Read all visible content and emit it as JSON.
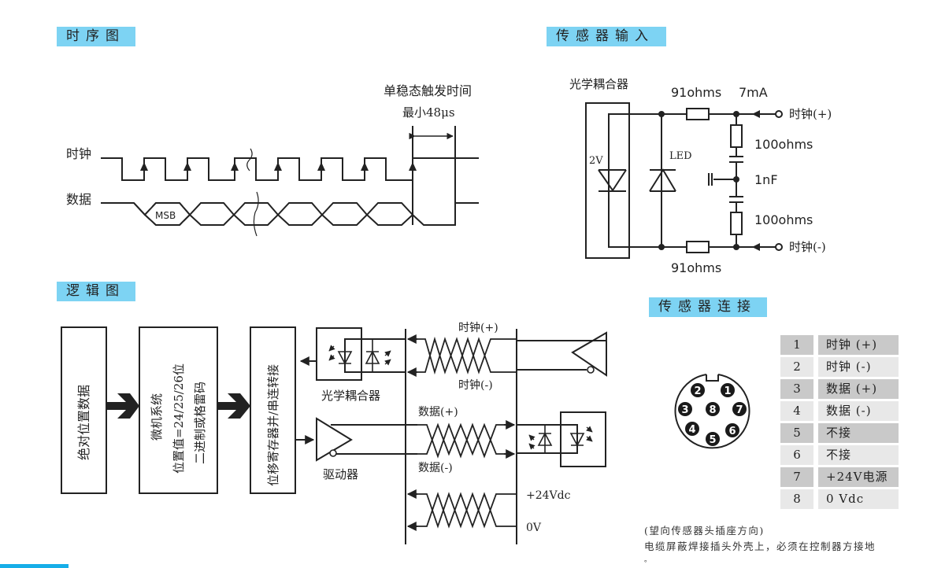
{
  "sections": {
    "timing": "时序图",
    "sensor_input": "传感器输入",
    "logic": "逻辑图",
    "sensor_connection": "传感器连接"
  },
  "timing": {
    "clock_label": "时钟",
    "data_label": "数据",
    "msb_label": "MSB",
    "monostable_label": "单稳态触发时间",
    "monostable_min": "最小48μs"
  },
  "sensor_input": {
    "optocoupler_label": "光学耦合器",
    "resistor_top": "91ohms",
    "current": "7mA",
    "resistor_bottom": "91ohms",
    "r100_top": "100ohms",
    "r100_bottom": "100ohms",
    "capacitor": "1nF",
    "led_label": "LED",
    "voltage_label": "2V",
    "clock_plus": "时钟(+)",
    "clock_minus": "时钟(-)"
  },
  "logic": {
    "block_abs_pos": "绝对位置数据",
    "block_mcu_line1": "微机系统",
    "block_mcu_line2": "位置值=24/25/26位",
    "block_mcu_line3": "二进制或格雷码",
    "block_shift_reg": "位移寄存器并/串连转接",
    "optocoupler_label": "光学耦合器",
    "driver_label": "驱动器",
    "clock_plus": "时钟(+)",
    "clock_minus": "时钟(-)",
    "data_plus": "数据(+)",
    "data_minus": "数据(-)",
    "supply_plus": "+24Vdc",
    "supply_zero": "0V"
  },
  "connector": {
    "pins": [
      {
        "num": "1",
        "desc": "时钟 (+)"
      },
      {
        "num": "2",
        "desc": "时钟 (-)"
      },
      {
        "num": "3",
        "desc": "数据 (+)"
      },
      {
        "num": "4",
        "desc": "数据 (-)"
      },
      {
        "num": "5",
        "desc": "不接"
      },
      {
        "num": "6",
        "desc": "不接"
      },
      {
        "num": "7",
        "desc": "+24V电源"
      },
      {
        "num": "8",
        "desc": "0 Vdc"
      }
    ],
    "note_line1": "(望向传感器头插座方向)",
    "note_line2": "电缆屏蔽焊接插头外壳上，必须在控制器方接地",
    "note_line3": "。"
  },
  "colors": {
    "section_label_bg": "#7dd3f3",
    "accent_bar": "#16aee8",
    "row_dark": "#c9c9c9",
    "row_light": "#e8e8e8"
  }
}
